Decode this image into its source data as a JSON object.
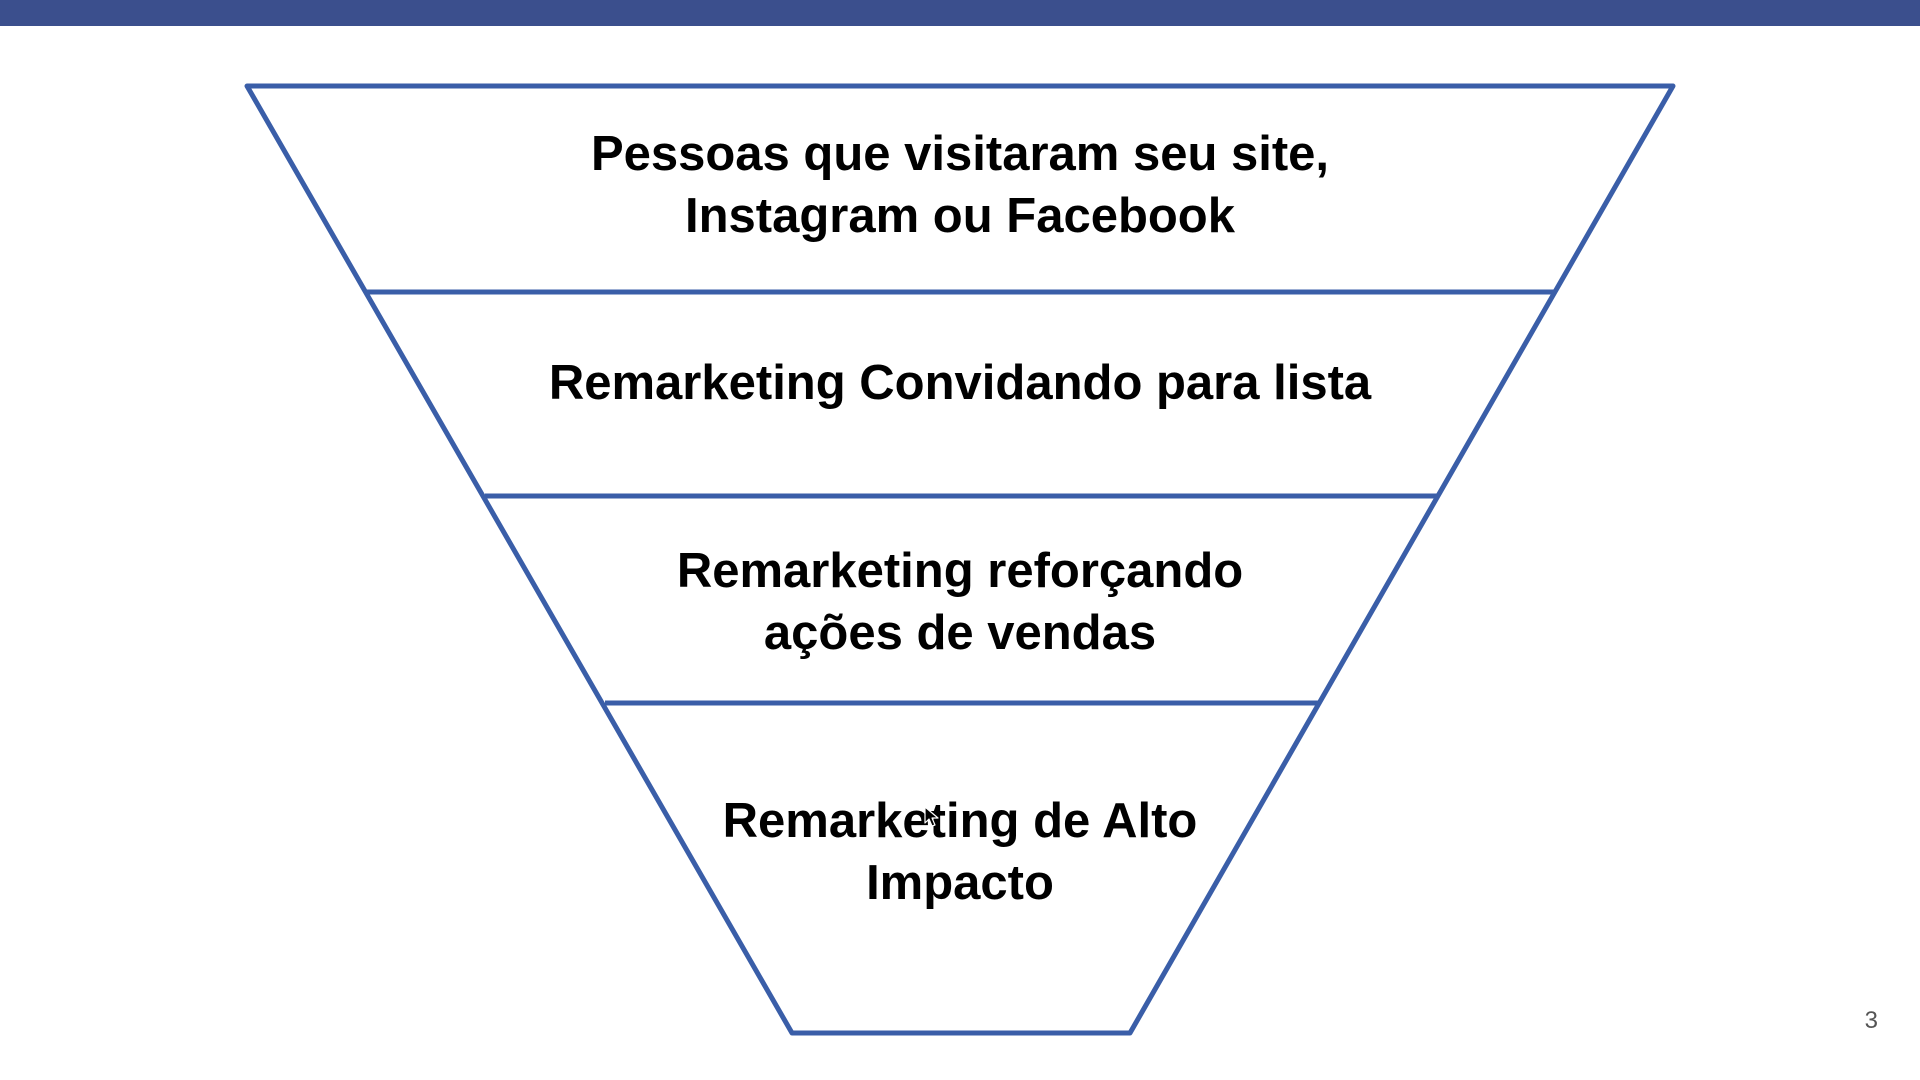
{
  "colors": {
    "top_bar": "#3b4f8d",
    "funnel_outline": "#3a5ea8",
    "text": "#000000",
    "background": "#ffffff"
  },
  "funnel": {
    "stages": [
      {
        "line1": "Pessoas que visitaram seu site,",
        "line2": "Instagram ou Facebook"
      },
      {
        "line1": "Remarketing Convidando para lista",
        "line2": ""
      },
      {
        "line1": "Remarketing reforçando",
        "line2": "ações de vendas"
      },
      {
        "line1": "Remarketing de Alto",
        "line2": "Impacto"
      }
    ]
  },
  "slide": {
    "page_number": "3"
  }
}
